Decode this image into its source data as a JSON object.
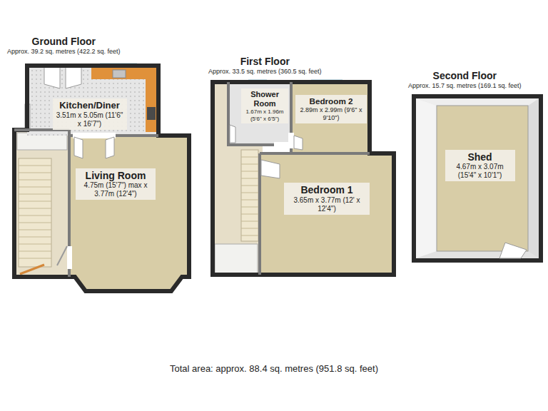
{
  "diagram": {
    "caption": "Total area: approx. 88.4 sq. metres (951.8 sq. feet)",
    "nodes": [
      {
        "text": [
          "Ground Floor",
          "Approx. 39.2 sq. metres (422.2 sq. feet)"
        ]
      },
      {
        "text": [
          "Kitchen/Diner",
          "3.51m x 5.05m (11'6\" x 16'7\")"
        ],
        "in": 0
      },
      {
        "text": [
          "Living Room",
          "4.75m (15'7\") max x 3.77m (12'4\")"
        ],
        "in": 0
      },
      {
        "text": [
          "First Floor",
          "Approx. 33.5 sq. metres (360.5 sq. feet)"
        ]
      },
      {
        "text": [
          "Shower Room",
          "1.67m x 1.96m (5'6\" x 6'5\")"
        ],
        "in": 3
      },
      {
        "text": [
          "Bedroom 2",
          "2.89m x 2.99m (9'6\" x 9'10\")"
        ],
        "in": 3
      },
      {
        "text": [
          "Bedroom 1",
          "3.65m x 3.77m (12' x 12'4\")"
        ],
        "in": 3
      },
      {
        "text": [
          "Second Floor",
          "Approx. 15.7 sq. metres (169.1 sq. feet)"
        ]
      },
      {
        "text": [
          "Shed",
          "4.67m x 3.07m (15'4\" x 10'1\")"
        ],
        "in": 7
      }
    ]
  }
}
